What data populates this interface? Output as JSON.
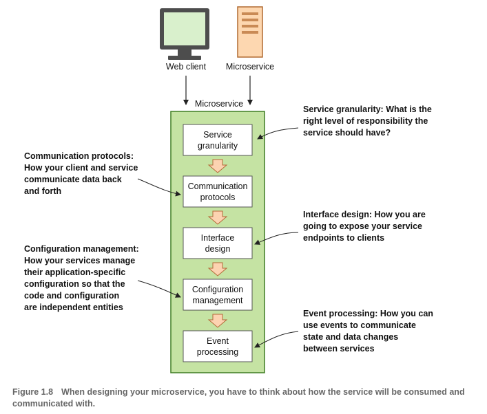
{
  "top": {
    "web_client_label": "Web client",
    "microservice_label": "Microservice"
  },
  "container": {
    "title": "Microservice"
  },
  "boxes": [
    {
      "lines": [
        "Service",
        "granularity"
      ]
    },
    {
      "lines": [
        "Communication",
        "protocols"
      ]
    },
    {
      "lines": [
        "Interface",
        "design"
      ]
    },
    {
      "lines": [
        "Configuration",
        "management"
      ]
    },
    {
      "lines": [
        "Event",
        "processing"
      ]
    }
  ],
  "annotations": {
    "service_granularity": [
      "Service granularity: What is the",
      "right level of responsibility the",
      "service should have?"
    ],
    "communication_protocols": [
      "Communication protocols:",
      "How your client and service",
      "communicate data back",
      "and forth"
    ],
    "interface_design": [
      "Interface design: How you are",
      "going to expose your service",
      "endpoints to clients"
    ],
    "configuration_management": [
      "Configuration management:",
      "How your services manage",
      "their application-specific",
      "configuration so that the",
      "code and configuration",
      "are independent entities"
    ],
    "event_processing": [
      "Event processing: How you can",
      "use events to communicate",
      "state and data changes",
      "between services"
    ]
  },
  "caption": {
    "number": "Figure 1.8",
    "text": "When designing your microservice, you have to think about how the service will be consumed and communicated with."
  },
  "colors": {
    "container_fill": "#c5e3a3",
    "container_stroke": "#3f7d23",
    "flow_arrow_fill": "#fcd3b1",
    "flow_arrow_stroke": "#b46a38",
    "monitor_screen": "#d9f0cc",
    "monitor_body": "#4d4d4d",
    "server_fill": "#fdd7b0",
    "server_stroke": "#b06a30"
  }
}
